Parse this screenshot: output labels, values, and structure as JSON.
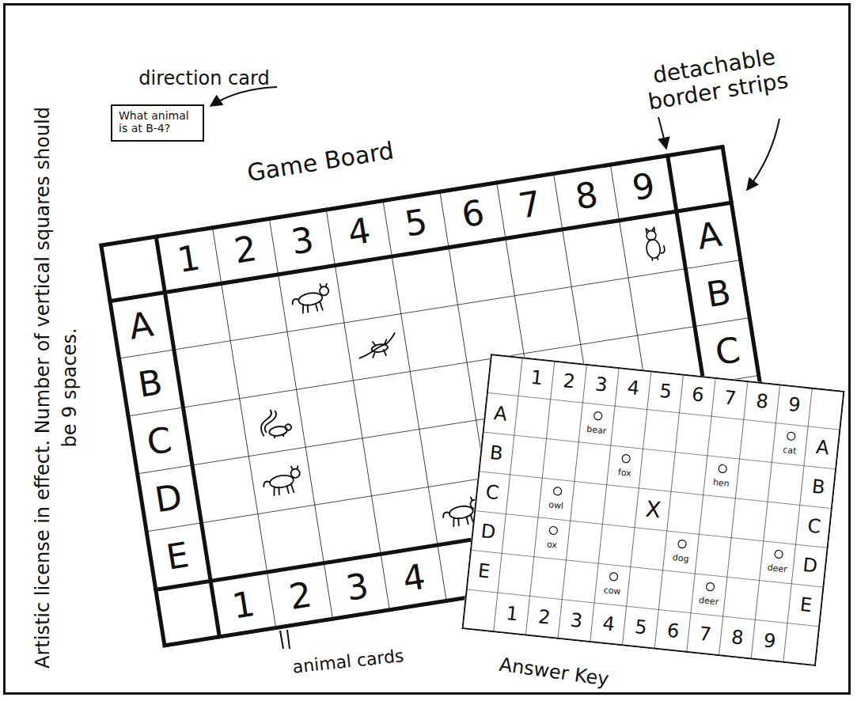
{
  "diagram": {
    "nodes": [
      {
        "text": [
          "What animal is at B-4?"
        ]
      }
    ],
    "labels": [
      "direction card",
      "detachable border strips",
      "Game Board",
      "Artistic license in effect. Number of vertical squares should be 9 spaces.",
      "1",
      "2",
      "3",
      "4",
      "5",
      "6",
      "7",
      "8",
      "9",
      "A",
      "B",
      "C",
      "A",
      "B",
      "C",
      "D",
      "E",
      "1",
      "2",
      "3",
      "4",
      "animal cards",
      "1",
      "2",
      "3",
      "4",
      "5",
      "6",
      "7",
      "8",
      "9",
      "A",
      "B",
      "C",
      "D",
      "E",
      "A",
      "B",
      "C",
      "D",
      "E",
      "1",
      "2",
      "3",
      "4",
      "5",
      "6",
      "7",
      "8",
      "9",
      "bear",
      "cat",
      "fox",
      "hen",
      "owl",
      "ox",
      "X",
      "dog",
      "deer",
      "cow",
      "deer",
      "Answer Key"
    ]
  }
}
